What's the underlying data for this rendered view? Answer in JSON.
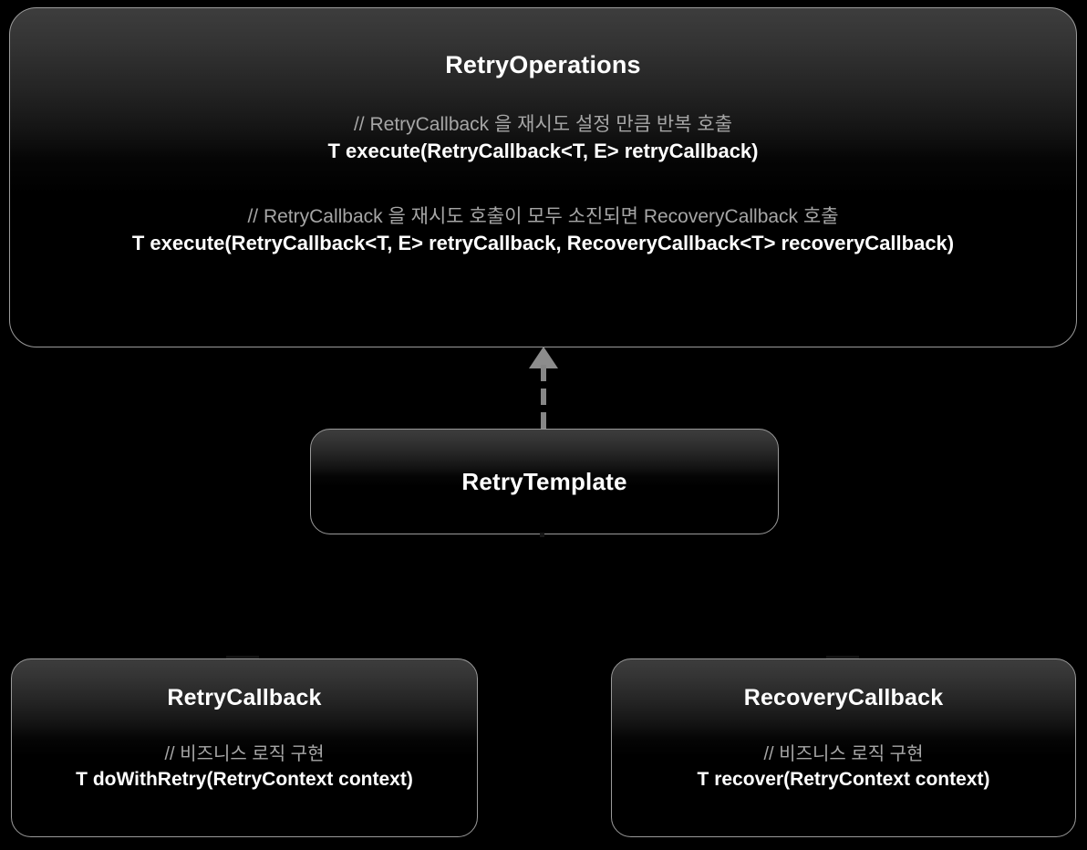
{
  "diagram": {
    "type": "uml-class-diagram",
    "background_color": "#000000",
    "border_color": "#9a9a9a",
    "title_color": "#ffffff",
    "comment_color": "#a6a6a6",
    "connector_color": "#8c8c8c"
  },
  "nodes": {
    "retry_operations": {
      "title": "RetryOperations",
      "members": [
        {
          "comment": "// RetryCallback 을 재시도 설정 만큼 반복 호출",
          "signature": "T execute(RetryCallback<T, E> retryCallback)"
        },
        {
          "comment": "// RetryCallback 을 재시도 호출이 모두 소진되면 RecoveryCallback 호출",
          "signature": "T execute(RetryCallback<T, E> retryCallback, RecoveryCallback<T> recoveryCallback)"
        }
      ]
    },
    "retry_template": {
      "title": "RetryTemplate",
      "members": []
    },
    "retry_callback": {
      "title": "RetryCallback",
      "members": [
        {
          "comment": "// 비즈니스 로직 구현",
          "signature": "T doWithRetry(RetryContext context)"
        }
      ]
    },
    "recovery_callback": {
      "title": "RecoveryCallback",
      "members": [
        {
          "comment": "// 비즈니스 로직 구현",
          "signature": "T recover(RetryContext context)"
        }
      ]
    }
  },
  "connectors": [
    {
      "name": "realization-retrytemplate-to-retryoperations",
      "from": "RetryTemplate",
      "to": "RetryOperations",
      "style": "dashed",
      "arrow": "closed-triangle",
      "direction": "up"
    }
  ]
}
